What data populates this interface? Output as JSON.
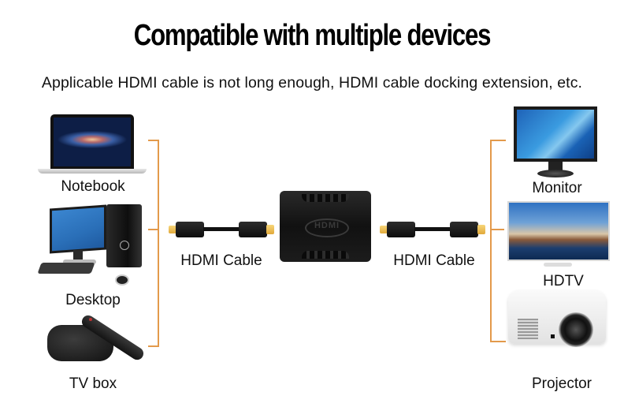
{
  "header": {
    "title": "Compatible with multiple devices",
    "subtitle": "Applicable HDMI cable is not long enough, HDMI cable docking extension, etc."
  },
  "left_devices": [
    {
      "label": "Notebook",
      "icon": "laptop-icon"
    },
    {
      "label": "Desktop",
      "icon": "desktop-computer-icon"
    },
    {
      "label": "TV box",
      "icon": "tv-box-icon"
    }
  ],
  "right_devices": [
    {
      "label": "Monitor",
      "icon": "monitor-icon"
    },
    {
      "label": "HDTV",
      "icon": "hdtv-icon"
    },
    {
      "label": "Projector",
      "icon": "projector-icon"
    }
  ],
  "center": {
    "left_cable_label": "HDMI Cable",
    "right_cable_label": "HDMI Cable",
    "coupler_icon": "hdmi-coupler-icon",
    "coupler_logo_text": "HDMI"
  },
  "colors": {
    "bracket": "#e39a4b",
    "text": "#111111",
    "background": "#ffffff"
  }
}
